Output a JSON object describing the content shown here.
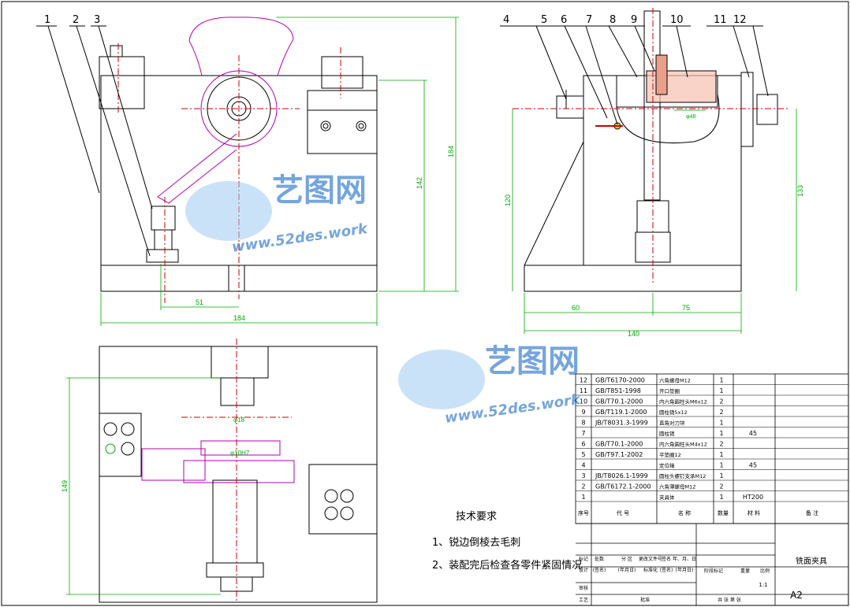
{
  "balloons": [
    "1",
    "2",
    "3",
    "4",
    "5",
    "6",
    "7",
    "8",
    "9",
    "10",
    "11",
    "12"
  ],
  "dimensions": {
    "front_height": "184",
    "front_inner": "142",
    "front_offset": "51",
    "front_width": "184",
    "side_height": "120",
    "side_inner": "133",
    "side_left": "60",
    "side_right": "75",
    "side_total": "140",
    "side_dia": "φ48",
    "plan_depth": "149",
    "plan_dia1": "φ18",
    "plan_dia2": "φ10H7"
  },
  "watermark": {
    "brand": "艺图网",
    "site": "www.52des.work"
  },
  "notes": {
    "title": "技术要求",
    "items": [
      "1、锐边倒棱去毛刺",
      "2、装配完后检查各零件紧固情况"
    ]
  },
  "bom": {
    "rows": [
      {
        "no": "12",
        "std": "GB/T6170-2000",
        "name": "六角螺母M12",
        "qty": "1",
        "mat": ""
      },
      {
        "no": "11",
        "std": "GB/T851-1998",
        "name": "开口垫圈",
        "qty": "1",
        "mat": ""
      },
      {
        "no": "10",
        "std": "GB/T70.1-2000",
        "name": "内六角圆柱头M6x12",
        "qty": "2",
        "mat": ""
      },
      {
        "no": "9",
        "std": "GB/T119.1-2000",
        "name": "圆柱销5x12",
        "qty": "2",
        "mat": ""
      },
      {
        "no": "8",
        "std": "JB/T8031.3-1999",
        "name": "直角对刀块",
        "qty": "1",
        "mat": ""
      },
      {
        "no": "7",
        "std": "",
        "name": "圆柱销",
        "qty": "1",
        "mat": "45"
      },
      {
        "no": "6",
        "std": "GB/T70.1-2000",
        "name": "内六角圆柱头M4x12",
        "qty": "2",
        "mat": ""
      },
      {
        "no": "5",
        "std": "GB/T97.1-2002",
        "name": "平垫圈12",
        "qty": "1",
        "mat": ""
      },
      {
        "no": "4",
        "std": "",
        "name": "定位轴",
        "qty": "1",
        "mat": "45"
      },
      {
        "no": "3",
        "std": "JB/T8026.1-1999",
        "name": "圆柱头螺钉支承M12",
        "qty": "1",
        "mat": ""
      },
      {
        "no": "2",
        "std": "GB/T6172.1-2000",
        "name": "六角薄螺母M12",
        "qty": "2",
        "mat": ""
      },
      {
        "no": "1",
        "std": "",
        "name": "夹具体",
        "qty": "1",
        "mat": "HT200"
      }
    ],
    "header": [
      "序号",
      "代  号",
      "名  称",
      "数量",
      "材  料",
      "备  注"
    ]
  },
  "title_block": {
    "drawing_title": "铣面夹具",
    "sheet_size": "A2",
    "scale": "1:1",
    "row1": [
      "标记",
      "处数",
      "分  区",
      "更改文件号",
      "签名",
      "年、月、日"
    ],
    "row2": [
      "设计",
      "(签名)",
      "(年月日)",
      "标准化",
      "(签名)",
      "(年月日)"
    ],
    "stage": "阶段标记",
    "weight": "重量",
    "ratio": "比例",
    "review": "审核",
    "process": "工艺",
    "approve": "批准",
    "sheets": "共 张 第 张"
  }
}
